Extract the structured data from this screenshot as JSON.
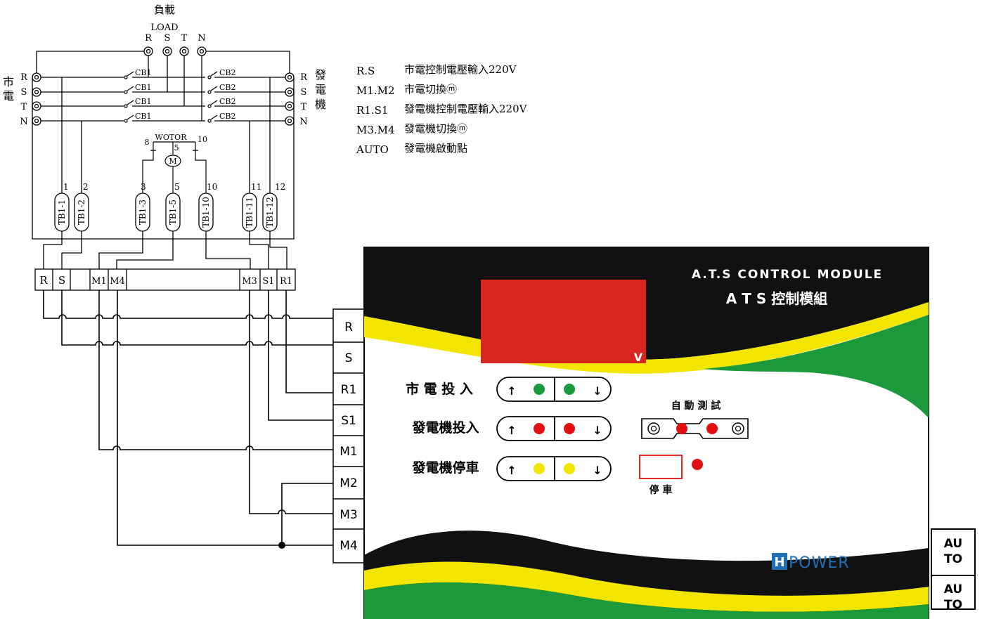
{
  "load": {
    "title": "負載",
    "subtitle": "LOAD",
    "phases": [
      "R",
      "S",
      "T",
      "N"
    ]
  },
  "mains": {
    "label_chars": [
      "市",
      "電"
    ],
    "phases": [
      "R",
      "S",
      "T",
      "N"
    ]
  },
  "generator": {
    "label_chars": [
      "發",
      "電",
      "機"
    ],
    "phases": [
      "R",
      "S",
      "T",
      "N"
    ]
  },
  "breakers": {
    "cb1": "CB1",
    "cb2": "CB2"
  },
  "motor": {
    "label": "WOTOR",
    "symbol": "M",
    "pins": [
      "8",
      "5",
      "10"
    ]
  },
  "relays": [
    {
      "label": "TB1-1",
      "wire": "1"
    },
    {
      "label": "TB1-2",
      "wire": "2"
    },
    {
      "label": "TB1-3",
      "wire": "3"
    },
    {
      "label": "TB1-5",
      "wire": "5"
    },
    {
      "label": "TB1-10",
      "wire": "10"
    },
    {
      "label": "TB1-11",
      "wire": "11"
    },
    {
      "label": "TB1-12",
      "wire": "12"
    }
  ],
  "terminal_strip": [
    "R",
    "S",
    "",
    "M1",
    "M4",
    "M3",
    "S1",
    "R1"
  ],
  "module_terminals": [
    "R",
    "S",
    "R1",
    "S1",
    "M1",
    "M2",
    "M3",
    "M4"
  ],
  "legend": [
    {
      "code": "R.S",
      "desc": "市電控制電壓輸入220V"
    },
    {
      "code": "M1.M2",
      "desc": "市電切換ⓜ"
    },
    {
      "code": "R1.S1",
      "desc": "發電機控制電壓輸入220V"
    },
    {
      "code": "M3.M4",
      "desc": "發電機切換ⓜ"
    },
    {
      "code": "AUTO",
      "desc": "發電機啟動點"
    }
  ],
  "module": {
    "title_en": "A.T.S CONTROL MODULE",
    "title_zh": "A T S 控制模組",
    "display_unit": "V",
    "rows": [
      {
        "label": "市 電 投 入",
        "led_color": "#1a9a3a"
      },
      {
        "label": "發電機投入",
        "led_color": "#e01010"
      },
      {
        "label": "發電機停車",
        "led_color": "#f2e600"
      }
    ],
    "auto_test_label": "自 動  測 試",
    "stop_label": "停 車",
    "brand": "POWER",
    "brand_mark": "H"
  },
  "auto_terminals": [
    "AU\nTO",
    "AU\nTO"
  ],
  "colors": {
    "green": "#1a9a3a",
    "yellow": "#f2e600",
    "red_display": "#d8261e",
    "black": "#111111"
  }
}
